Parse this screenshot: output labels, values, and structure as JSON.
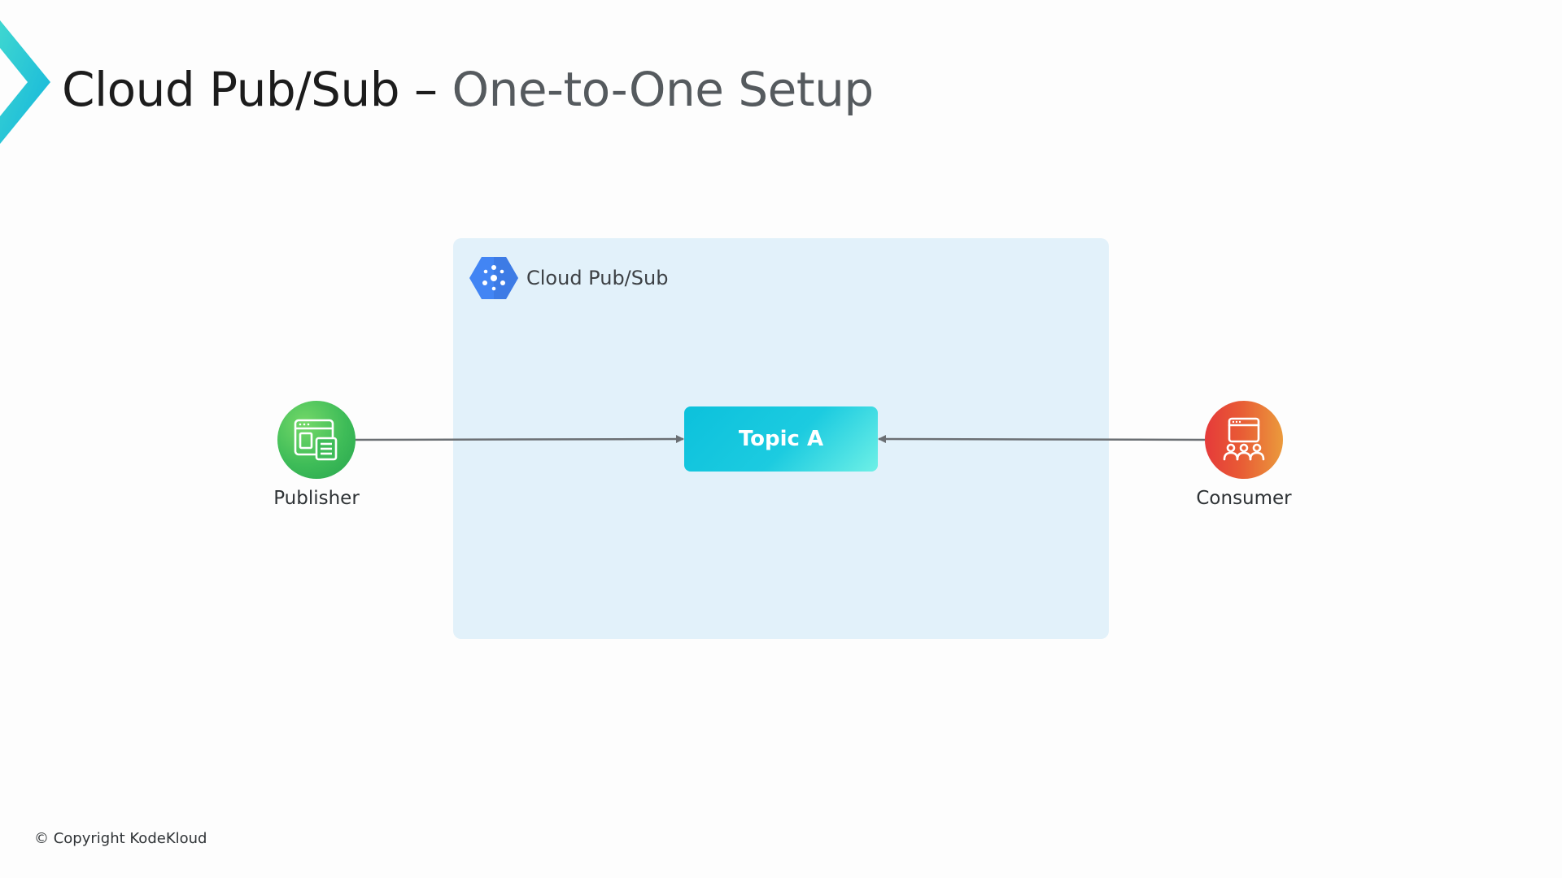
{
  "slide": {
    "title_strong": "Cloud Pub/Sub – ",
    "title_light": "One-to-One Setup",
    "copyright": "© Copyright KodeKloud"
  },
  "diagram": {
    "group": {
      "label": "Cloud Pub/Sub",
      "icon": "cloud-pubsub-hexagon-icon",
      "color": "#e2f1fa"
    },
    "nodes": [
      {
        "id": "publisher",
        "label": "Publisher",
        "icon": "publisher-app-icon",
        "color": "#3ebc58"
      },
      {
        "id": "topic-a",
        "label": "Topic A",
        "color": "#1ccbe0"
      },
      {
        "id": "consumer",
        "label": "Consumer",
        "icon": "consumer-group-icon",
        "color": "#e85a35"
      }
    ],
    "edges": [
      {
        "from": "publisher",
        "to": "topic-a"
      },
      {
        "from": "consumer",
        "to": "topic-a"
      }
    ]
  }
}
